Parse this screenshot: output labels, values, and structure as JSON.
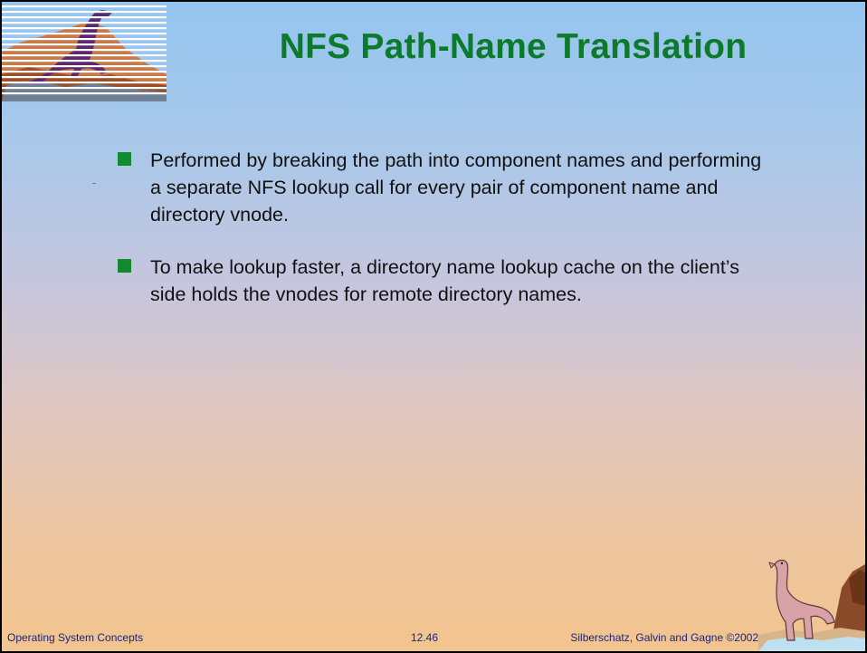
{
  "slide": {
    "title": "NFS Path-Name Translation",
    "bullets": [
      "Performed by breaking the path into component names and performing a separate NFS lookup call for every pair of component name and directory vnode.",
      "To make lookup faster, a directory name lookup cache on the client’s side holds the vnodes for remote directory names."
    ]
  },
  "footer": {
    "left": "Operating System Concepts",
    "page": "12.46",
    "right": "Silberschatz, Galvin and  Gagne ©2002"
  },
  "colors": {
    "title": "#0c7a2a",
    "bullet": "#128a2e",
    "footer_text": "#1a237e"
  },
  "icons": {
    "top_left": "dinosaur-logo-icon",
    "bottom_right": "dinosaur-illustration-icon",
    "bullet": "square-bullet-icon"
  }
}
